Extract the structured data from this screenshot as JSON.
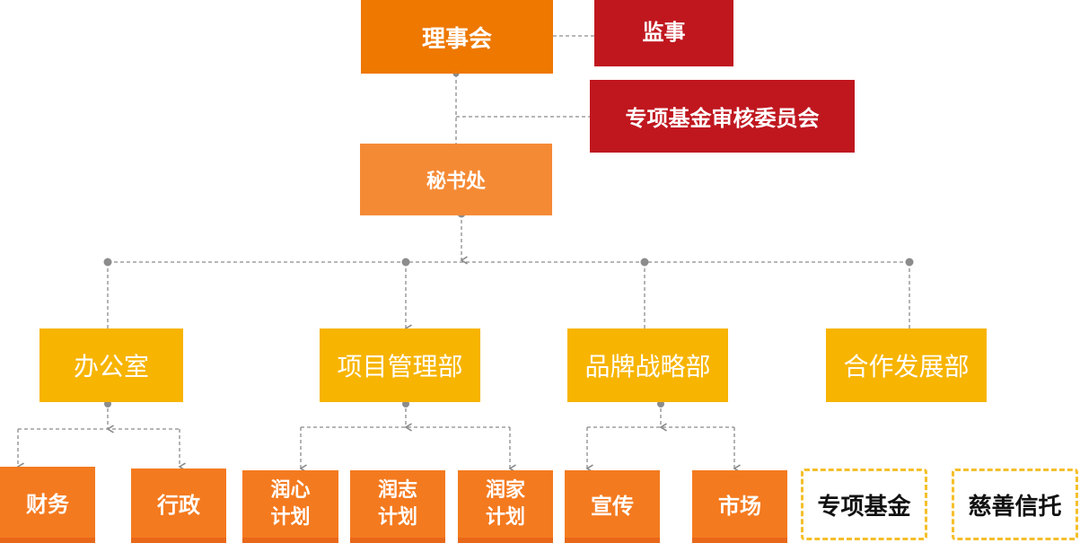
{
  "board": "理事会",
  "supervisor": "监事",
  "committee": "专项基金审核委员会",
  "secretariat": "秘书处",
  "departments": {
    "office": "办公室",
    "project": "项目管理部",
    "brand": "品牌战略部",
    "cooperation": "合作发展部"
  },
  "units": {
    "finance": "财务",
    "admin": "行政",
    "runxin": "润心计划",
    "runzhi": "润志计划",
    "runjia": "润家计划",
    "publicity": "宣传",
    "market": "市场",
    "special_fund": "专项基金",
    "charity_trust": "慈善信托"
  }
}
